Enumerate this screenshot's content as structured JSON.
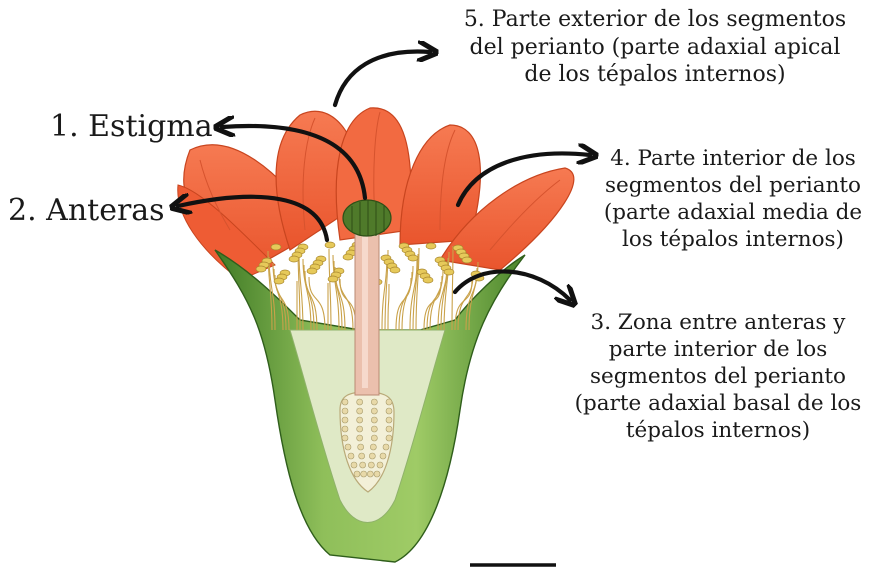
{
  "labels": {
    "l1": "1. Estigma",
    "l2": "2. Anteras",
    "l5": [
      "5. Parte exterior de los segmentos",
      "del perianto (parte adaxial apical",
      "de los tépalos internos)"
    ],
    "l4": [
      "4. Parte interior de los",
      "segmentos del perianto",
      "(parte adaxial media de",
      "los tépalos internos)"
    ],
    "l3": [
      "3. Zona entre anteras y",
      "parte interior de los",
      "segmentos del perianto",
      "(parte adaxial basal de los",
      "tépalos internos)"
    ]
  },
  "colors": {
    "petal": "#f0613a",
    "petal_dark": "#d94a25",
    "receptacle": "#6fa43b",
    "receptacle_dark": "#3f7a25",
    "ovary": "#f3f0d8",
    "anther": "#e6c95a",
    "stigma": "#4f7a2a",
    "style": "#e9b9a6",
    "arrow": "#111111"
  }
}
